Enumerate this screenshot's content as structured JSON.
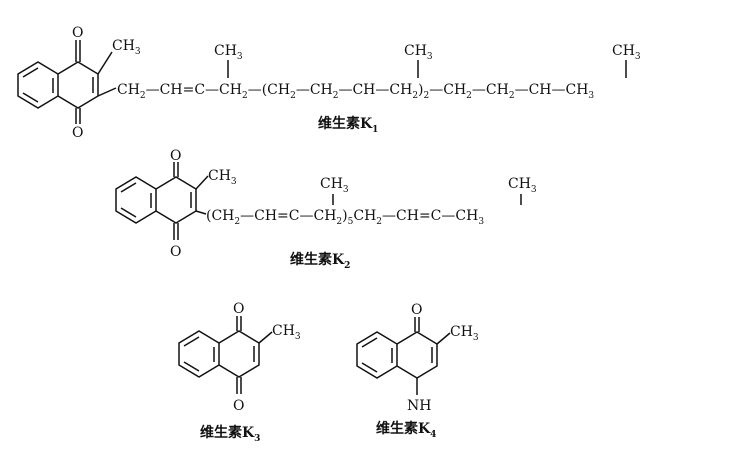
{
  "molecules": [
    {
      "caption": "维生素K1",
      "caption_text": "维生素K",
      "caption_sub": "1",
      "atoms": {
        "carbonyl_top": "O",
        "carbonyl_bottom": "O",
        "ring_methyl": "CH3"
      },
      "chain": [
        {
          "t": "CH"
        },
        {
          "s": "2"
        },
        {
          "t": "—CH"
        },
        {
          "t": "="
        },
        {
          "t": "C—CH"
        },
        {
          "s": "2"
        },
        {
          "t": "—(CH"
        },
        {
          "s": "2"
        },
        {
          "t": "—CH"
        },
        {
          "s": "2"
        },
        {
          "t": "—CH—CH"
        },
        {
          "s": "2"
        },
        {
          "t": ")"
        },
        {
          "s": "2"
        },
        {
          "t": "—CH"
        },
        {
          "s": "2"
        },
        {
          "t": "—CH"
        },
        {
          "s": "2"
        },
        {
          "t": "—CH—CH"
        },
        {
          "s": "3"
        }
      ],
      "branch_methyls": [
        "CH3",
        "CH3",
        "CH3"
      ]
    },
    {
      "caption": "维生素K2",
      "caption_text": "维生素K",
      "caption_sub": "2",
      "atoms": {
        "carbonyl_top": "O",
        "carbonyl_bottom": "O",
        "ring_methyl": "CH3"
      },
      "chain": [
        {
          "t": "(CH"
        },
        {
          "s": "2"
        },
        {
          "t": "—CH"
        },
        {
          "t": "="
        },
        {
          "t": "C—CH"
        },
        {
          "s": "2"
        },
        {
          "t": ")"
        },
        {
          "s": "5"
        },
        {
          "t": "CH"
        },
        {
          "s": "2"
        },
        {
          "t": "—CH"
        },
        {
          "t": "="
        },
        {
          "t": "C—CH"
        },
        {
          "s": "3"
        }
      ],
      "branch_methyls": [
        "CH3",
        "CH3"
      ]
    },
    {
      "caption": "维生素K3",
      "caption_text": "维生素K",
      "caption_sub": "3",
      "atoms": {
        "carbonyl_top": "O",
        "carbonyl_bottom": "O",
        "ring_methyl": "CH3"
      }
    },
    {
      "caption": "维生素K4",
      "caption_text": "维生素K",
      "caption_sub": "4",
      "atoms": {
        "carbonyl_top": "O",
        "imine_bottom": "NH",
        "ring_methyl": "CH3"
      }
    }
  ]
}
